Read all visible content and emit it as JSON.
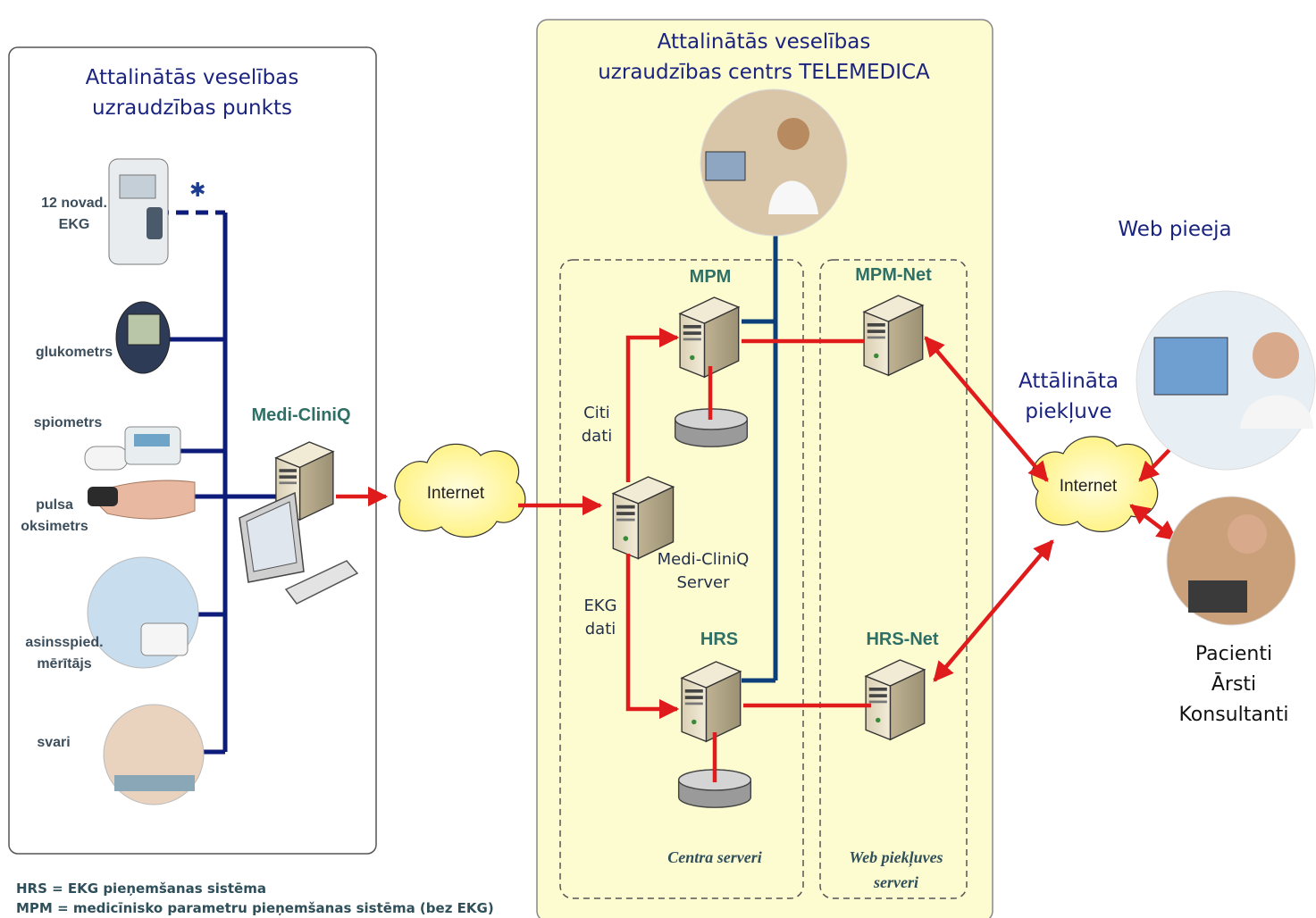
{
  "left_panel": {
    "title_line1": "Attalinātās veselības",
    "title_line2": "uzraudzības punkts",
    "devices": [
      {
        "line1": "12 novad.",
        "line2": "EKG"
      },
      {
        "line1": "glukometrs",
        "line2": ""
      },
      {
        "line1": "spiometrs",
        "line2": ""
      },
      {
        "line1": "pulsa",
        "line2": "oksimetrs"
      },
      {
        "line1": "asinsspied.",
        "line2": "mērītājs"
      },
      {
        "line1": "svari",
        "line2": ""
      }
    ],
    "client_label": "Medi-CliniQ"
  },
  "internet_label": "Internet",
  "center_panel": {
    "title_line1": "Attalinātās veselības",
    "title_line2": "uzraudzības centrs TELEMEDICA",
    "servers": {
      "mpm": "MPM",
      "hrs": "HRS",
      "mpm_net": "MPM-Net",
      "hrs_net": "HRS-Net",
      "mediclinic_server_line1": "Medi-CliniQ",
      "mediclinic_server_line2": "Server"
    },
    "flows": {
      "citi_line1": "Citi",
      "citi_line2": "dati",
      "ekg_line1": "EKG",
      "ekg_line2": "dati"
    },
    "group_centra": "Centra serveri",
    "group_web_line1": "Web piekļuves",
    "group_web_line2": "serveri"
  },
  "right_side": {
    "web_title": "Web pieeja",
    "remote_line1": "Attālināta",
    "remote_line2": "piekļuve",
    "users_line1": "Pacienti",
    "users_line2": "Ārsti",
    "users_line3": "Konsultanti"
  },
  "legend": {
    "hrs": "HRS = EKG pieņemšanas sistēma",
    "mpm": "MPM = medicīnisko parametru pieņemšanas sistēma (bez EKG)"
  },
  "colors": {
    "navy_line": "#0d1b7a",
    "red_arrow": "#e01b1b",
    "panel_yellow": "#fdfbd0",
    "cloud_yellow": "#fff59c"
  }
}
